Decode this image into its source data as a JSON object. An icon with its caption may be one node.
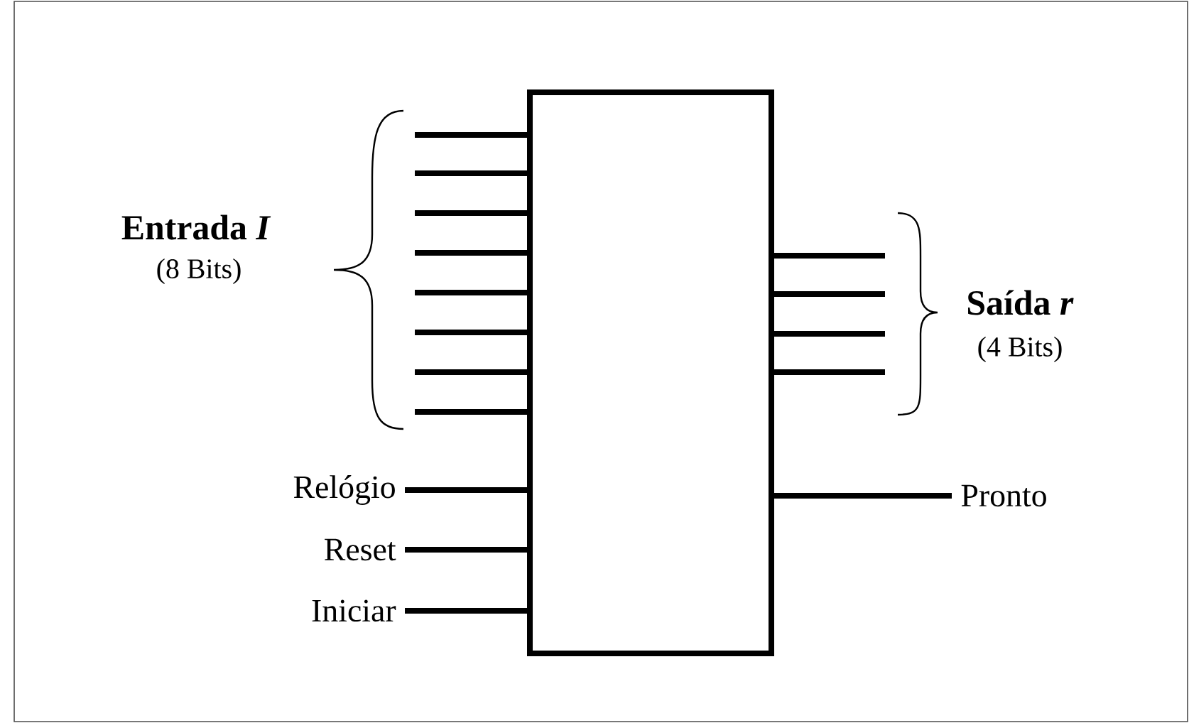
{
  "diagram": {
    "nodes": [
      {
        "text": [],
        "shape": "box"
      },
      {
        "text": [
          "Relógio"
        ]
      },
      {
        "text": [
          "Reset"
        ]
      },
      {
        "text": [
          "Iniciar"
        ]
      },
      {
        "text": [
          "Pronto"
        ]
      }
    ],
    "edges": [
      {
        "from": null,
        "to": 0,
        "arrow": "none"
      },
      {
        "from": null,
        "to": 0,
        "arrow": "none"
      },
      {
        "from": null,
        "to": 0,
        "arrow": "none"
      },
      {
        "from": null,
        "to": 0,
        "arrow": "none"
      },
      {
        "from": null,
        "to": 0,
        "arrow": "none"
      },
      {
        "from": null,
        "to": 0,
        "arrow": "none"
      },
      {
        "from": null,
        "to": 0,
        "arrow": "none"
      },
      {
        "from": null,
        "to": 0,
        "arrow": "none"
      },
      {
        "from": 1,
        "to": 0,
        "arrow": "none"
      },
      {
        "from": 2,
        "to": 0,
        "arrow": "none"
      },
      {
        "from": 3,
        "to": 0,
        "arrow": "none"
      },
      {
        "from": 0,
        "to": null,
        "arrow": "none"
      },
      {
        "from": 0,
        "to": null,
        "arrow": "none"
      },
      {
        "from": 0,
        "to": null,
        "arrow": "none"
      },
      {
        "from": 0,
        "to": null,
        "arrow": "none"
      },
      {
        "from": 0,
        "to": 4,
        "arrow": "none"
      }
    ],
    "labels": [
      "Entrada *I*",
      "(8 Bits)",
      "Saída *r*",
      "(4 Bits)"
    ]
  }
}
